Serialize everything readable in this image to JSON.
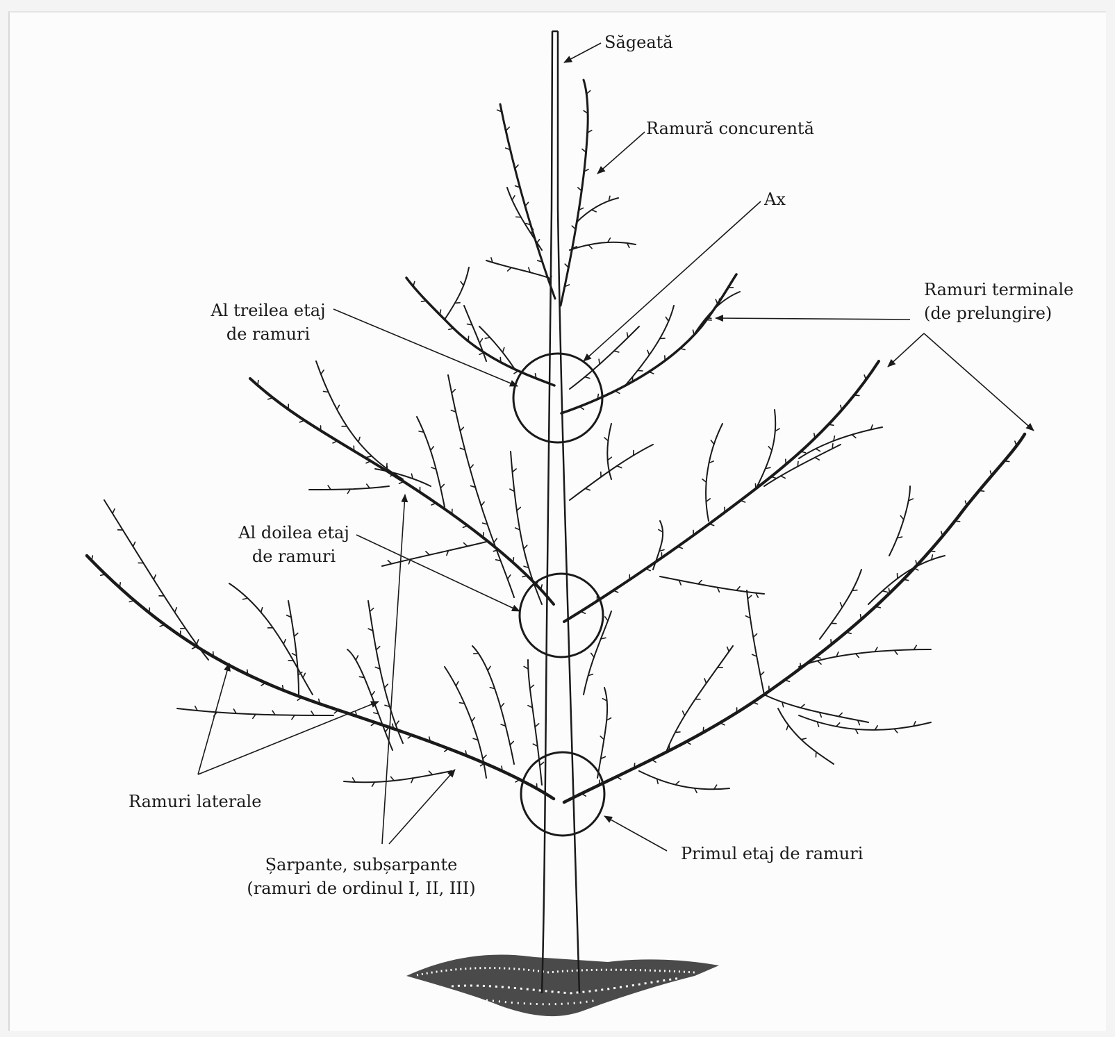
{
  "labels": {
    "sageata": "Săgeată",
    "concurenta": "Ramură concurentă",
    "ax": "Ax",
    "treilea_1": "Al treilea etaj",
    "treilea_2": "de ramuri",
    "terminale_1": "Ramuri terminale",
    "terminale_2": "(de prelungire)",
    "doilea_1": "Al doilea etaj",
    "doilea_2": "de ramuri",
    "laterale": "Ramuri laterale",
    "sarpante_1": "Șarpante, subșarpante",
    "sarpante_2": "(ramuri de ordinul I, II, III)",
    "primul": "Primul etaj de ramuri"
  },
  "colors": {
    "ink": "#1a1a1a",
    "paper": "#fcfcfc"
  }
}
